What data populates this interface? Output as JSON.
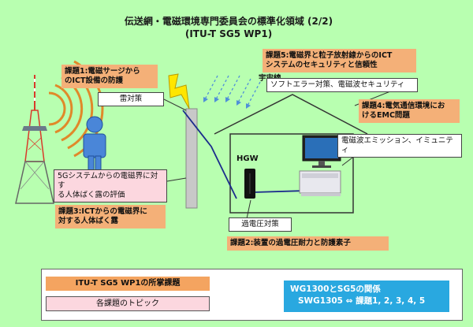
{
  "title": {
    "line1": "伝送網・電磁環境専門委員会の標準化領域 (2/2)",
    "line2": "(ITU-T SG5 WP1)"
  },
  "labels": {
    "task1": "課題1:電磁サージから\nのICT設備の防護",
    "lightning": "雷対策",
    "task5": "課題5:電磁界と粒子放射線からのICT\nシステムのセキュリティと信頼性",
    "cosmic": "宇宙線",
    "soft_error": "ソフトエラー対策、電磁波セキュリティ",
    "task4": "課題4:電気通信環境にお\nけるEMC問題",
    "emission": "電磁波エミッション、イミュニティ",
    "hgw": "HGW",
    "fiveg": "5Gシステムからの電磁界に対す\nる人体ばく露の評価",
    "task3": "課題3:ICTからの電磁界に\n対する人体ばく露",
    "overvoltage": "過電圧対策",
    "task2": "課題2:装置の過電圧耐力と防護素子"
  },
  "legend": {
    "org_label": "ITU-T SG5 WP1の所掌課題",
    "pink_label": "各課題のトピック",
    "wg_line1": "WG1300とSG5の関係",
    "wg_line2": "SWG1305 ⇔ 課題1, 2, 3, 4, 5"
  },
  "colors": {
    "background": "#b8ffb0",
    "task_box": "#f4b078",
    "topic_box": "#fcd7df",
    "relation_box": "#29a8e0",
    "tower": "#d83a2a",
    "house": "#333333",
    "cable": "#1b2c8c"
  },
  "icons": [
    "radio-tower-icon",
    "person-icon",
    "lightning-bolt-icon",
    "utility-pole-icon",
    "house-icon",
    "router-icon",
    "monitor-icon",
    "desktop-pc-icon"
  ]
}
